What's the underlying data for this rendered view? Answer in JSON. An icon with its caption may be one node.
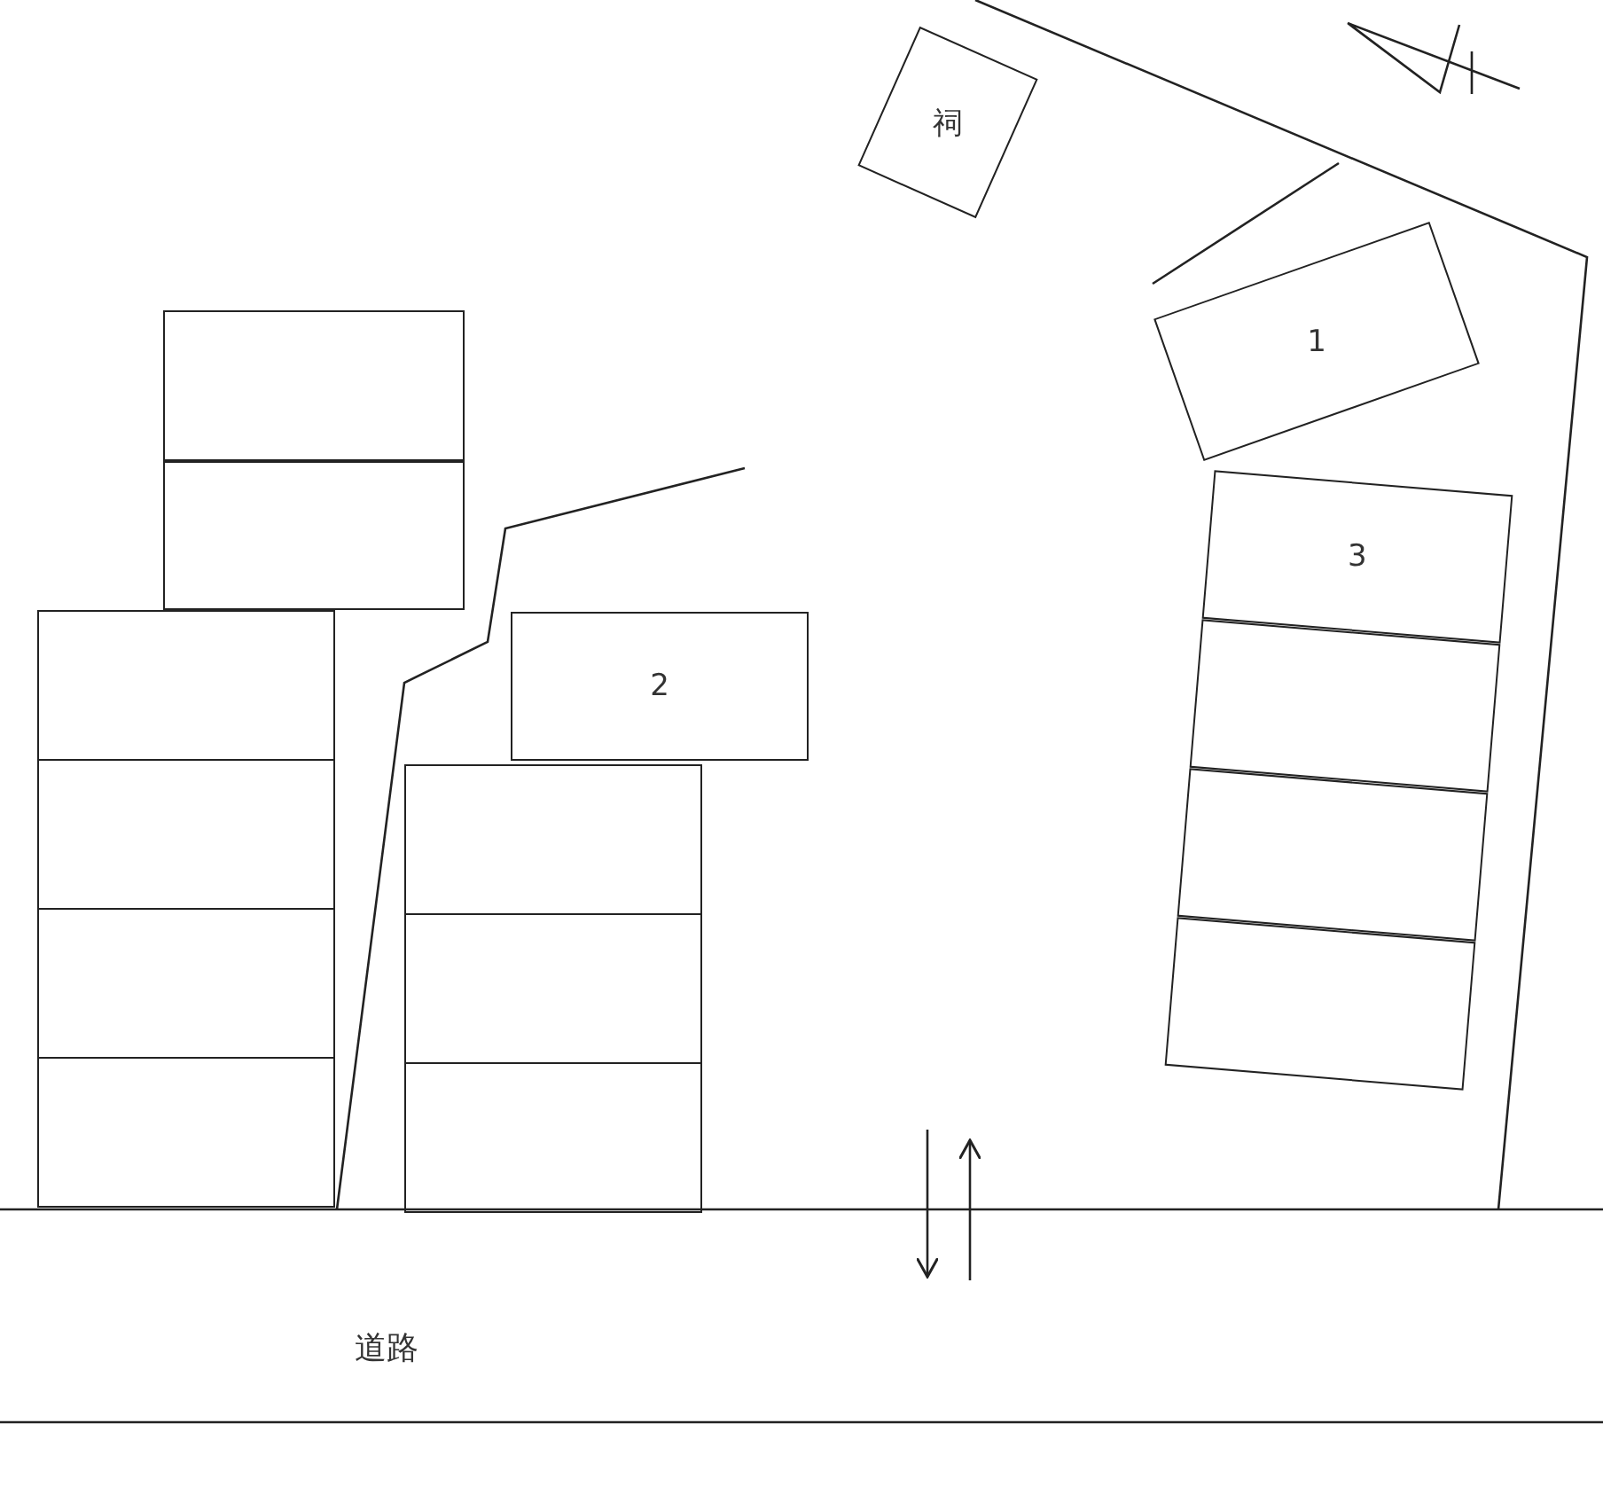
{
  "diagram": {
    "nodes": [
      {
        "text": [
          "祠"
        ]
      },
      {
        "text": [
          "1"
        ]
      },
      {
        "text": [],
        "shape": "box"
      },
      {
        "text": [],
        "shape": "box"
      },
      {
        "text": [
          "3"
        ]
      },
      {
        "text": [],
        "shape": "box"
      },
      {
        "text": [],
        "shape": "box"
      },
      {
        "text": [],
        "shape": "box"
      },
      {
        "text": [
          "2"
        ]
      },
      {
        "text": [],
        "shape": "box"
      },
      {
        "text": [],
        "shape": "box"
      },
      {
        "text": [],
        "shape": "box"
      },
      {
        "text": [],
        "shape": "box"
      },
      {
        "text": [],
        "shape": "box"
      },
      {
        "text": [],
        "shape": "box"
      },
      {
        "text": [],
        "shape": "box"
      }
    ],
    "edges": [],
    "labels": [
      "道路"
    ]
  }
}
